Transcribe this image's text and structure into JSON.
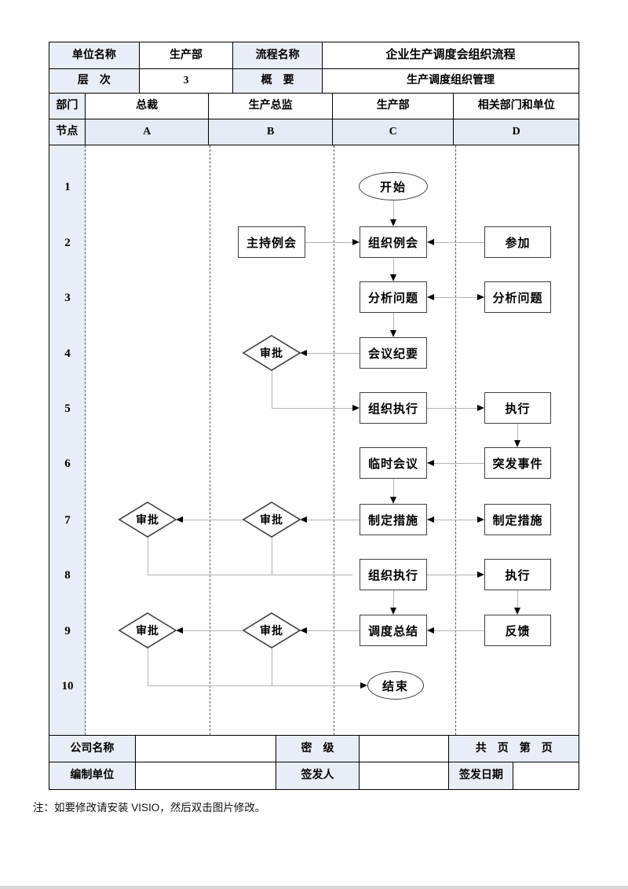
{
  "header": {
    "unit_label": "单位名称",
    "unit_value": "生产部",
    "process_label": "流程名称",
    "process_value": "企业生产调度会组织流程",
    "level_label": "层　次",
    "level_value": "3",
    "summary_label": "概　要",
    "summary_value": "生产调度组织管理"
  },
  "lanes": {
    "dept_label": "部门",
    "node_label": "节点",
    "columns": [
      {
        "dept": "总裁",
        "node": "A"
      },
      {
        "dept": "生产总监",
        "node": "B"
      },
      {
        "dept": "生产部",
        "node": "C"
      },
      {
        "dept": "相关部门和单位",
        "node": "D"
      }
    ]
  },
  "row_numbers": [
    "1",
    "2",
    "3",
    "4",
    "5",
    "6",
    "7",
    "8",
    "9",
    "10"
  ],
  "flowchart": {
    "start": "开始",
    "end": "结束",
    "b2": "主持例会",
    "c2": "组织例会",
    "d2": "参加",
    "c3": "分析问题",
    "d3": "分析问题",
    "b4": "审批",
    "c4": "会议纪要",
    "c5": "组织执行",
    "d5": "执行",
    "c6": "临时会议",
    "d6": "突发事件",
    "a7": "审批",
    "b7": "审批",
    "c7": "制定措施",
    "d7": "制定措施",
    "c8": "组织执行",
    "d8": "执行",
    "a9": "审批",
    "b9": "审批",
    "c9": "调度总结",
    "d9": "反馈"
  },
  "footer": {
    "company_label": "公司名称",
    "secret_label": "密　级",
    "pages_label": "共　页　第　页",
    "prepared_label": "编制单位",
    "issuer_label": "签发人",
    "issue_date_label": "签发日期"
  },
  "note": "注：如要修改请安装 VISIO，然后双击图片修改。",
  "colors": {
    "cell_bg": "#e9edf6",
    "node_cell_bg": "#e4ebf5",
    "connector": "#b3b3b3",
    "shape_border": "#3f3f3f",
    "table_border": "#000000"
  }
}
